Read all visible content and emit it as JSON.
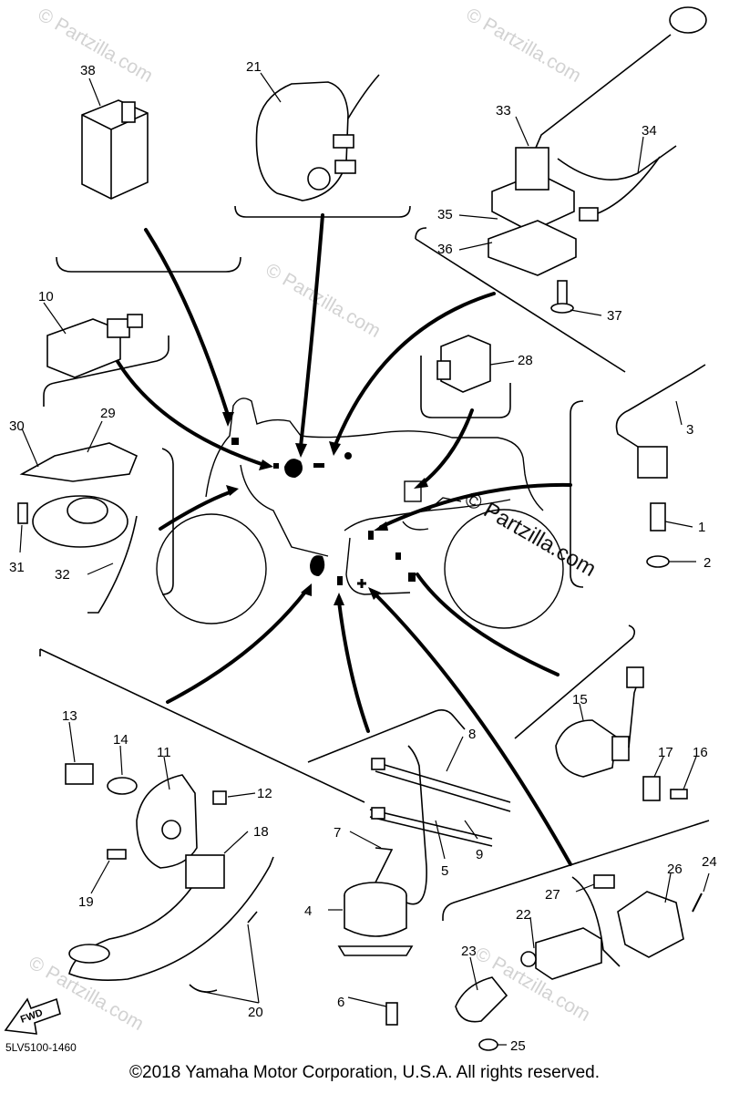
{
  "watermark": "© Partzilla.com",
  "part_code": "5LV5100-1460",
  "copyright": "©2018  Yamaha Motor Corporation, U.S.A. All rights reserved.",
  "fwd_label": "FWD",
  "callouts": [
    "1",
    "2",
    "3",
    "4",
    "5",
    "6",
    "7",
    "8",
    "9",
    "10",
    "11",
    "12",
    "13",
    "14",
    "15",
    "16",
    "17",
    "18",
    "19",
    "20",
    "21",
    "22",
    "23",
    "24",
    "25",
    "26",
    "27",
    "28",
    "29",
    "30",
    "31",
    "32",
    "33",
    "34",
    "35",
    "36",
    "37",
    "38"
  ]
}
